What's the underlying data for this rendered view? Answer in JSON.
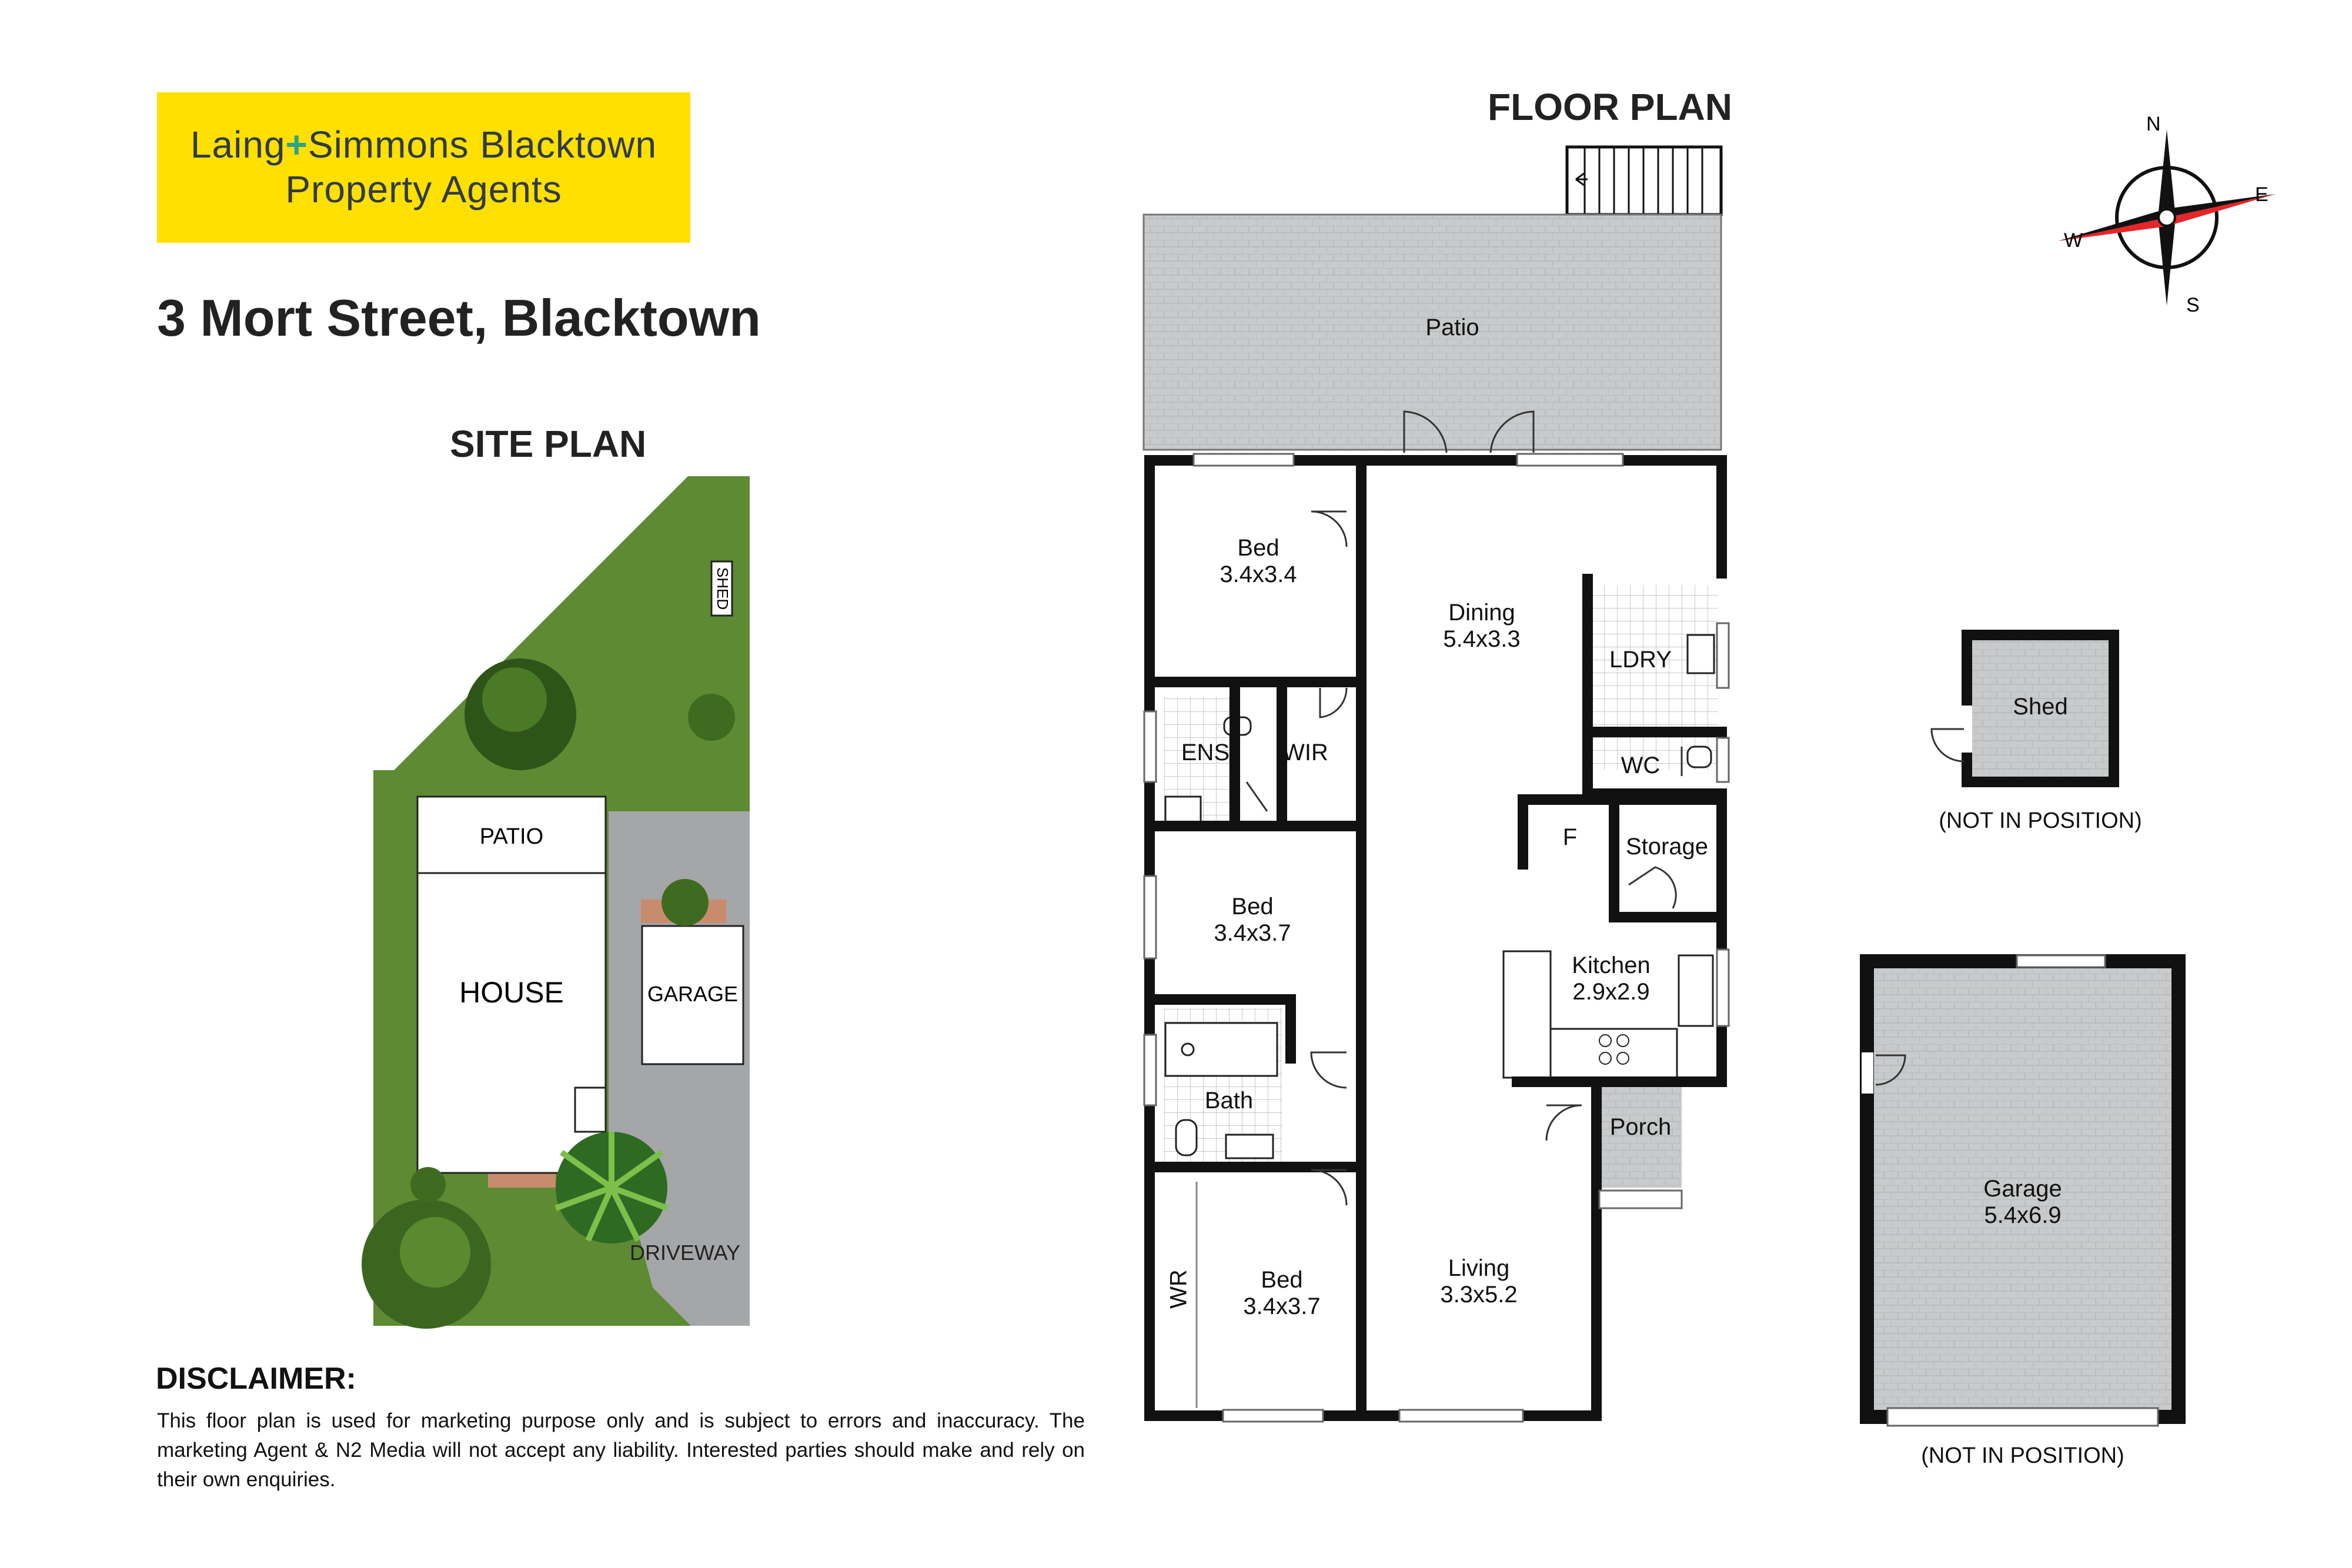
{
  "agency": {
    "line1_a": "Laing",
    "line1_plus": "+",
    "line1_b": "Simmons Blacktown",
    "line2": "Property Agents",
    "brand_color": "#ffe000"
  },
  "address": "3 Mort Street, Blacktown",
  "site_plan": {
    "title": "SITE PLAN",
    "labels": {
      "shed": "SHED",
      "patio": "PATIO",
      "house": "HOUSE",
      "garage": "GARAGE",
      "driveway": "DRIVEWAY"
    }
  },
  "floor_plan": {
    "title": "FLOOR PLAN",
    "rooms": {
      "patio": "Patio",
      "bed1_name": "Bed",
      "bed1_size": "3.4x3.4",
      "dining_name": "Dining",
      "dining_size": "5.4x3.3",
      "ldry": "LDRY",
      "wc": "WC",
      "ens": "ENS",
      "wir": "WIR",
      "f": "F",
      "storage": "Storage",
      "bed2_name": "Bed",
      "bed2_size": "3.4x3.7",
      "kitchen_name": "Kitchen",
      "kitchen_size": "2.9x2.9",
      "bath": "Bath",
      "porch": "Porch",
      "wr": "WR",
      "bed3_name": "Bed",
      "bed3_size": "3.4x3.7",
      "living_name": "Living",
      "living_size": "3.3x5.2"
    }
  },
  "shed": {
    "name": "Shed",
    "note": "(NOT IN POSITION)"
  },
  "garage": {
    "name": "Garage",
    "size": "5.4x6.9",
    "note": "(NOT IN POSITION)"
  },
  "compass": {
    "n": "N",
    "e": "E",
    "s": "S",
    "w": "W"
  },
  "disclaimer": {
    "title": "DISCLAIMER:",
    "text": "This floor plan is used for marketing purpose only and is subject to errors and inaccuracy. The marketing Agent & N2 Media will not accept any liability. Interested parties should make and rely on their own enquiries."
  },
  "colors": {
    "wall": "#111111",
    "grass": "#5d8a33",
    "paving": "#c8cacb",
    "driveway": "#a5a6a8",
    "garden_bed": "#c98b6d",
    "compass_red": "#e5262a"
  }
}
